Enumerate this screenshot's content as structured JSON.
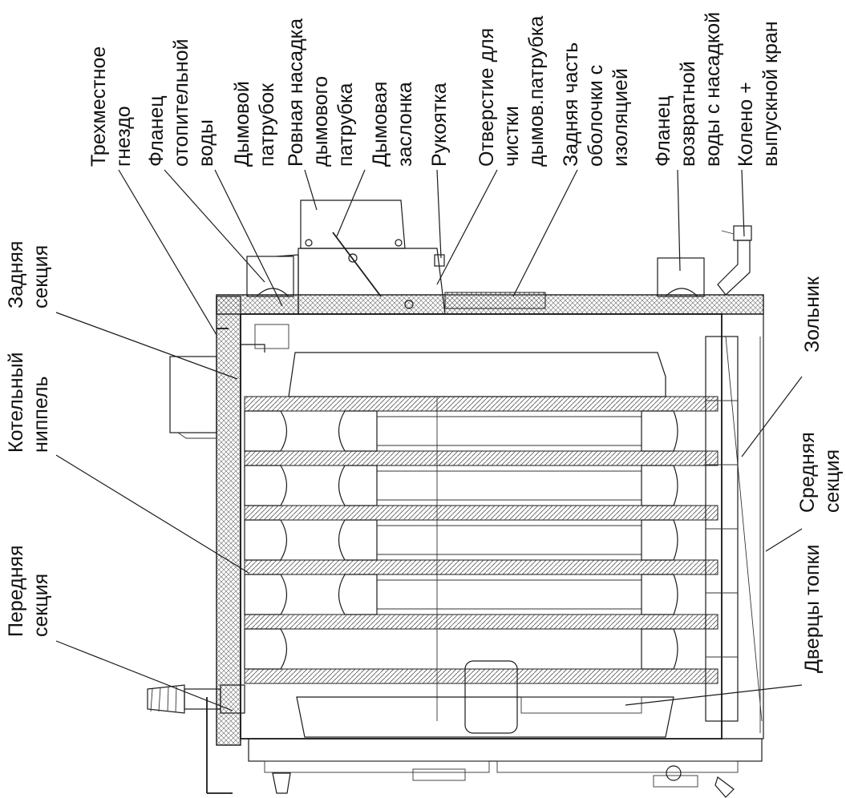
{
  "labels": {
    "rear_section": [
      "Задняя",
      "секция"
    ],
    "boiler_nipple": [
      "Котельный",
      "ниппель"
    ],
    "front_section": [
      "Передняя",
      "секция"
    ],
    "three_way_socket": [
      "Трехместное",
      "гнездо"
    ],
    "heating_water_flange": [
      "Фланец",
      "отопительной",
      "воды"
    ],
    "flue_pipe": [
      "Дымовой",
      "патрубок"
    ],
    "flue_nozzle": [
      "Ровная насадка",
      "дымового",
      "патрубка"
    ],
    "flue_damper": [
      "Дымовая",
      "заслонка"
    ],
    "handle": [
      "Рукоятка"
    ],
    "cleaning_hole": [
      "Отверстие для",
      "чистки",
      "дымов.патрубка"
    ],
    "rear_casing": [
      "Задняя часть",
      "оболочки с",
      "изоляцией"
    ],
    "return_water_flange": [
      "Фланец",
      "возвратной",
      "воды с насадкой"
    ],
    "elbow_drain": [
      "Колено +",
      "выпускной кран"
    ],
    "ash_pan": [
      "Зольник"
    ],
    "middle_section": [
      "Средняя",
      "секция"
    ],
    "firebox_door": [
      "Дверцы топки"
    ]
  },
  "colors": {
    "ink": "#111111",
    "line": "#1a1a1a",
    "hatch": "#555555"
  }
}
